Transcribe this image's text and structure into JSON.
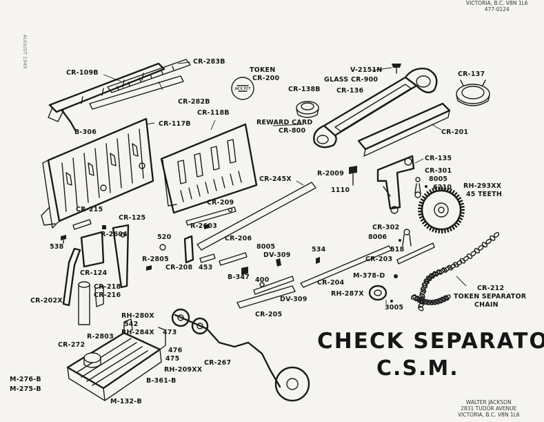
{
  "title": {
    "line1": "CHECK SEPARATOR",
    "line2": "C.S.M."
  },
  "stamp_top": {
    "line1": "VICTORIA, B.C.  V8N 1L6",
    "line2": "477-0124"
  },
  "stamp_bottom": {
    "line1": "WALTER JACKSON",
    "line2": "2831 TUDOR AVENUE",
    "line3": "VICTORIA, B.C.  V8N 1L6"
  },
  "margin_note": "AUGUST 1949",
  "token_text": "JACK POT",
  "parts": {
    "cr109b": "CR-109B",
    "cr283b": "CR-283B",
    "cr282b": "CR-282B",
    "b306": "B-306",
    "cr117b": "CR-117B",
    "cr118b": "CR-118B",
    "token": "TOKEN",
    "cr200": "CR-200",
    "cr138b": "CR-138B",
    "v2151n": "V-2151N",
    "glass": "GLASS CR-900",
    "cr136": "CR-136",
    "cr137": "CR-137",
    "reward_card": "REWARD CARD",
    "cr800": "CR-800",
    "cr201": "CR-201",
    "cr135": "CR-135",
    "cr301": "CR-301",
    "n8005a": "8005",
    "n6210": "6210",
    "rh293xx": "RH-293XX",
    "teeth": "45 TEETH",
    "r2009": "R-2009",
    "n1110": "1110",
    "cr245x": "CR-245X",
    "cr209": "CR-209",
    "cr215": "CR-215",
    "cr125": "CR-125",
    "r2603": "R-2603",
    "n538": "538",
    "r2604": "R-2604",
    "n520": "520",
    "cr206": "CR-206",
    "n8005b": "8005",
    "dv309a": "DV-309",
    "cr302": "CR-302",
    "n8006": "8006",
    "n518": "518",
    "r2805": "R-2805",
    "cr208": "CR-208",
    "n453": "453",
    "n534": "534",
    "cr203": "CR-203",
    "cr124": "CR-124",
    "b347": "B-347",
    "n400": "400",
    "m378d": "M-378-D",
    "cr202x": "CR-202X",
    "cr218": "CR-218",
    "cr216": "CR-216",
    "cr204": "CR-204",
    "rh287x": "RH-287X",
    "cr212": "CR-212",
    "token_sep": "TOKEN SEPARATOR",
    "chain": "CHAIN",
    "dv309b": "DV-309",
    "n3005": "3005",
    "rh280x": "RH-280X",
    "n542": "542",
    "cr205": "CR-205",
    "r2803": "R-2803",
    "rh284x": "RH-284X",
    "n473": "473",
    "cr272": "CR-272",
    "n476": "476",
    "n475": "475",
    "cr267": "CR-267",
    "rh209xx": "RH-209XX",
    "m276b": "M-276-B",
    "b361b": "B-361-B",
    "m275b": "M-275-B",
    "m132b": "M-132-B"
  }
}
